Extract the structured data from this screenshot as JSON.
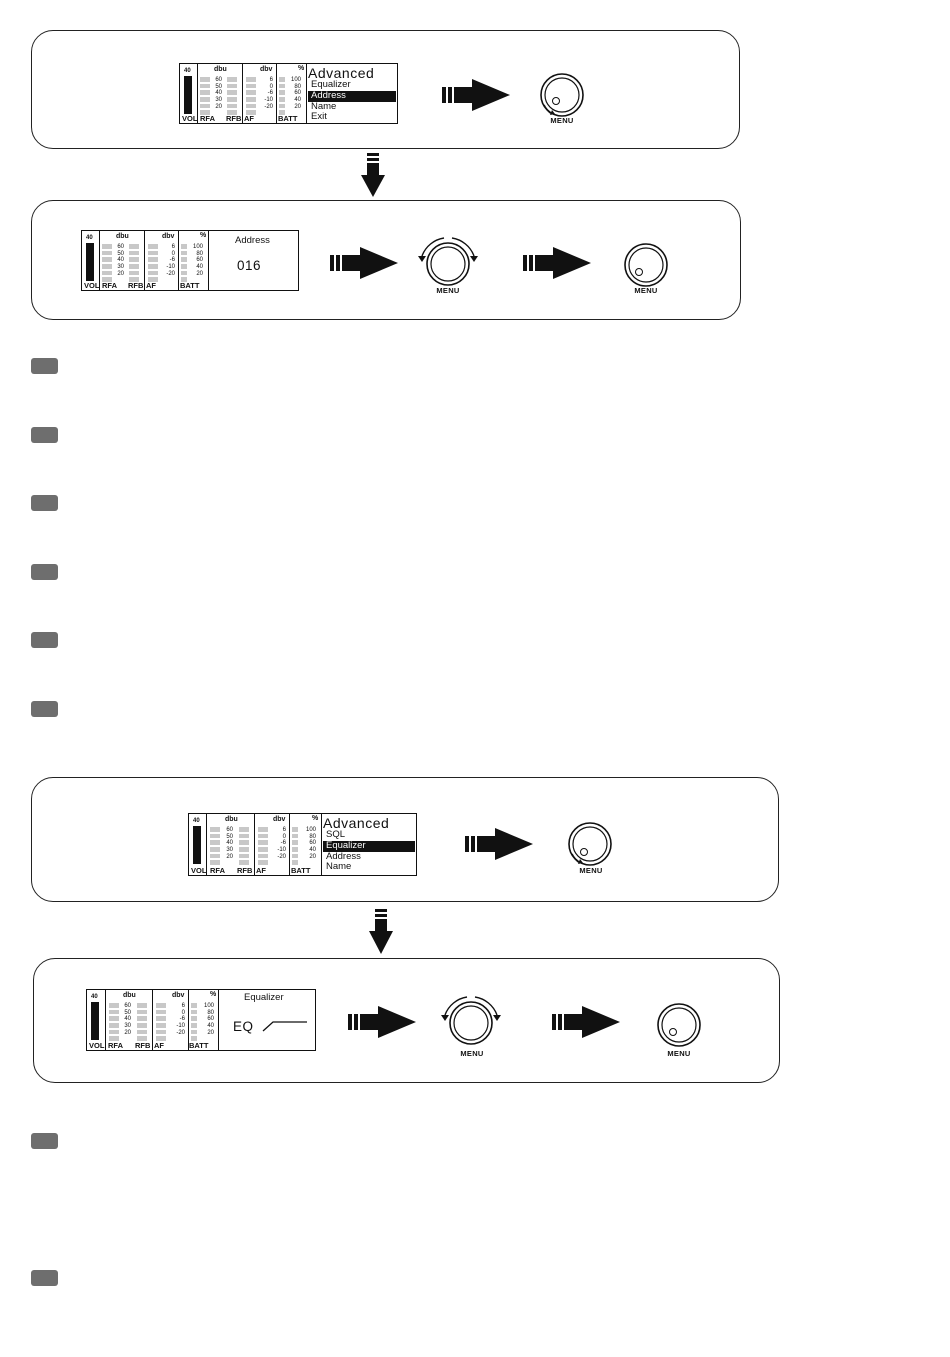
{
  "lcd": {
    "vol_top": "40",
    "dbu": "dbu",
    "dbv": "dbv",
    "percent": "%",
    "dbu_scale": [
      "60",
      "50",
      "40",
      "30",
      "20"
    ],
    "dbv_scale": [
      "6",
      "0",
      "-6",
      "-10",
      "-20"
    ],
    "batt_scale": [
      "100",
      "80",
      "60",
      "40",
      "20"
    ],
    "labels": {
      "vol": "VOL",
      "rfa": "RFA",
      "rfb": "RFB",
      "af": "AF",
      "batt": "BATT"
    }
  },
  "knob_label": "MENU",
  "step1": {
    "menu_title": "Advanced",
    "menu_items": [
      "Equalizer",
      "Address",
      "Name",
      "Exit"
    ],
    "selected": "Address"
  },
  "step2": {
    "title": "Address",
    "value": "016"
  },
  "step3": {
    "menu_title": "Advanced",
    "menu_items": [
      "SQL",
      "Equalizer",
      "Address",
      "Name"
    ],
    "selected": "Equalizer"
  },
  "step4": {
    "title": "Equalizer",
    "value": "EQ"
  },
  "colors": {
    "badge": "#6e6e6e",
    "ink": "#111111",
    "bar": "#c8c8c8"
  }
}
